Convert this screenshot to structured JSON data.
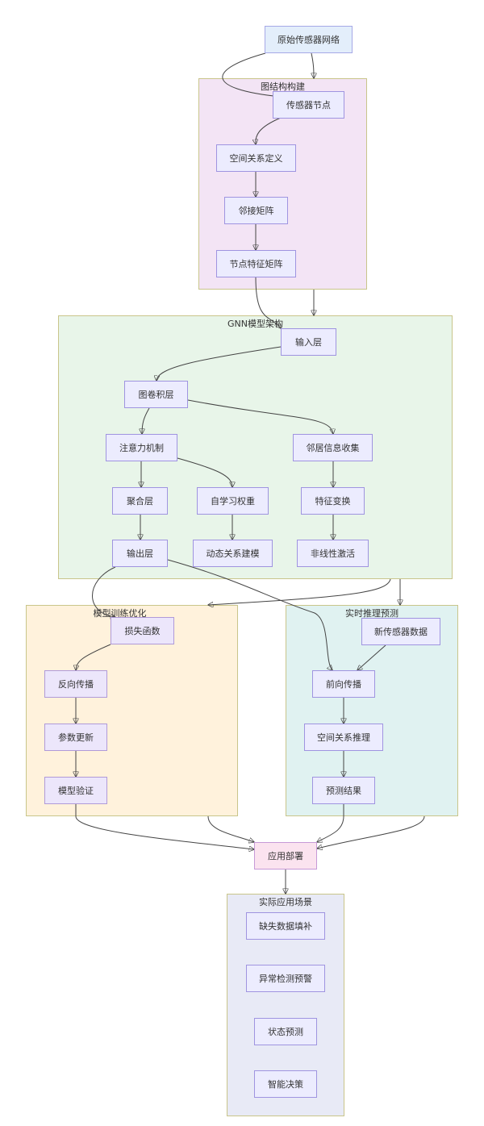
{
  "diagram": {
    "type": "flowchart",
    "colors": {
      "node_fill": "#ececfe",
      "node_border": "#9f94e0",
      "edge": "#444444",
      "cluster_graph_build": "#f3e4f5",
      "cluster_gnn": "#e8f5e9",
      "cluster_training": "#fff2dc",
      "cluster_inference": "#e0f2f1",
      "cluster_applications": "#e8eaf6",
      "deploy_fill": "#fce4ec"
    },
    "nodes": {
      "raw_network": "原始传感器网络",
      "sensor_nodes": "传感器节点",
      "spatial_def": "空间关系定义",
      "adjacency": "邻接矩阵",
      "feature_matrix": "节点特征矩阵",
      "input_layer": "输入层",
      "graph_conv": "图卷积层",
      "attention": "注意力机制",
      "neighbor_collect": "邻居信息收集",
      "aggregation": "聚合层",
      "self_weight": "自学习权重",
      "feature_transform": "特征变换",
      "output_layer": "输出层",
      "dynamic_model": "动态关系建模",
      "nonlinear": "非线性激活",
      "loss": "损失函数",
      "backprop": "反向传播",
      "param_update": "参数更新",
      "validation": "模型验证",
      "new_data": "新传感器数据",
      "forward": "前向传播",
      "spatial_infer": "空间关系推理",
      "prediction": "预测结果",
      "deploy": "应用部署",
      "imputation": "缺失数据填补",
      "anomaly": "异常检测预警",
      "state_pred": "状态预测",
      "decision": "智能决策"
    },
    "clusters": {
      "graph_build": "图结构构建",
      "gnn": "GNN模型架构",
      "training": "模型训练优化",
      "inference": "实时推理预测",
      "applications": "实际应用场景"
    },
    "edges": [
      [
        "raw_network",
        "sensor_nodes"
      ],
      [
        "raw_network",
        "graph_build"
      ],
      [
        "sensor_nodes",
        "spatial_def"
      ],
      [
        "spatial_def",
        "adjacency"
      ],
      [
        "adjacency",
        "feature_matrix"
      ],
      [
        "feature_matrix",
        "input_layer"
      ],
      [
        "graph_build",
        "gnn"
      ],
      [
        "input_layer",
        "graph_conv"
      ],
      [
        "graph_conv",
        "attention"
      ],
      [
        "graph_conv",
        "neighbor_collect"
      ],
      [
        "attention",
        "aggregation"
      ],
      [
        "attention",
        "self_weight"
      ],
      [
        "neighbor_collect",
        "feature_transform"
      ],
      [
        "aggregation",
        "output_layer"
      ],
      [
        "self_weight",
        "dynamic_model"
      ],
      [
        "feature_transform",
        "nonlinear"
      ],
      [
        "output_layer",
        "loss"
      ],
      [
        "output_layer",
        "forward"
      ],
      [
        "gnn",
        "training"
      ],
      [
        "gnn",
        "inference"
      ],
      [
        "loss",
        "backprop"
      ],
      [
        "backprop",
        "param_update"
      ],
      [
        "param_update",
        "validation"
      ],
      [
        "new_data",
        "forward"
      ],
      [
        "forward",
        "spatial_infer"
      ],
      [
        "spatial_infer",
        "prediction"
      ],
      [
        "validation",
        "deploy"
      ],
      [
        "training",
        "deploy"
      ],
      [
        "prediction",
        "deploy"
      ],
      [
        "inference",
        "deploy"
      ],
      [
        "deploy",
        "applications"
      ]
    ]
  }
}
